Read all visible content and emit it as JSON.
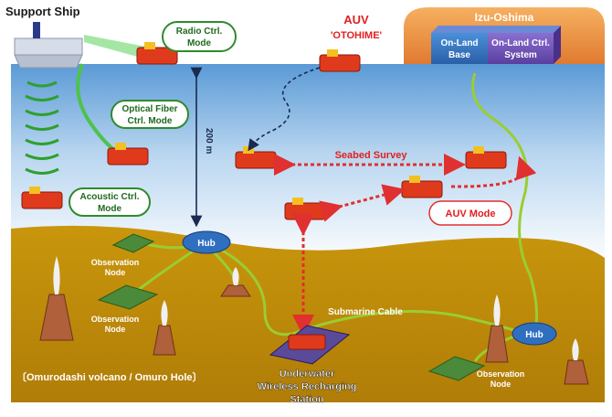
{
  "labels": {
    "support_ship": "Support Ship",
    "radio_ctrl": [
      "Radio Ctrl.",
      "Mode"
    ],
    "optical_fiber": [
      "Optical Fiber",
      "Ctrl. Mode"
    ],
    "acoustic_ctrl": [
      "Acoustic Ctrl.",
      "Mode"
    ],
    "auv_title": [
      "AUV",
      "'OTOHIME'"
    ],
    "izu_oshima": "Izu-Oshima",
    "on_land_base": [
      "On-Land",
      "Base"
    ],
    "on_land_ctrl": [
      "On-Land Ctrl.",
      "System"
    ],
    "depth": "200 m",
    "seabed_survey": "Seabed Survey",
    "auv_mode": "AUV Mode",
    "hub_left": "Hub",
    "hub_right": "Hub",
    "obs_node_1": [
      "Observation",
      "Node"
    ],
    "obs_node_2": [
      "Observation",
      "Node"
    ],
    "obs_node_3": [
      "Observation",
      "Node"
    ],
    "submarine_cable": "Submarine Cable",
    "recharging": [
      "Underwater",
      "Wireless Recharging",
      "Station"
    ],
    "location": "〔Omurodashi volcano / Omuro Hole〕"
  },
  "colors": {
    "sea_top": "#6fa8dc",
    "sea_bottom": "#ffffff",
    "seabed": "#c79a10",
    "island": "#f0a050",
    "cable": "#9acd32",
    "arrow_red": "#e03030",
    "hub": "#2f6fc0",
    "green_bubble": "#2e8b2e",
    "auv": "#e03a1c"
  }
}
